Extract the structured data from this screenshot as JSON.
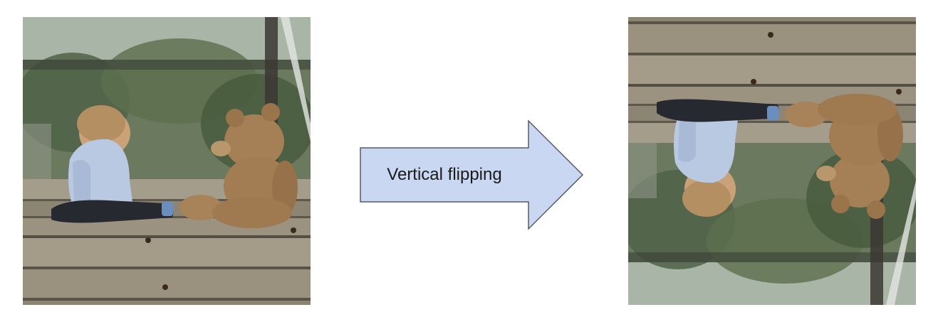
{
  "operation": {
    "label": "Vertical flipping"
  },
  "colors": {
    "arrow_fill": "#c9d7f2",
    "arrow_stroke": "#555a66",
    "background": "#ffffff"
  },
  "images": {
    "original": "photo of a toddler in a light-blue shirt sitting next to a teddy bear on a wooden bridge",
    "flipped": "same photo flipped upside down"
  }
}
